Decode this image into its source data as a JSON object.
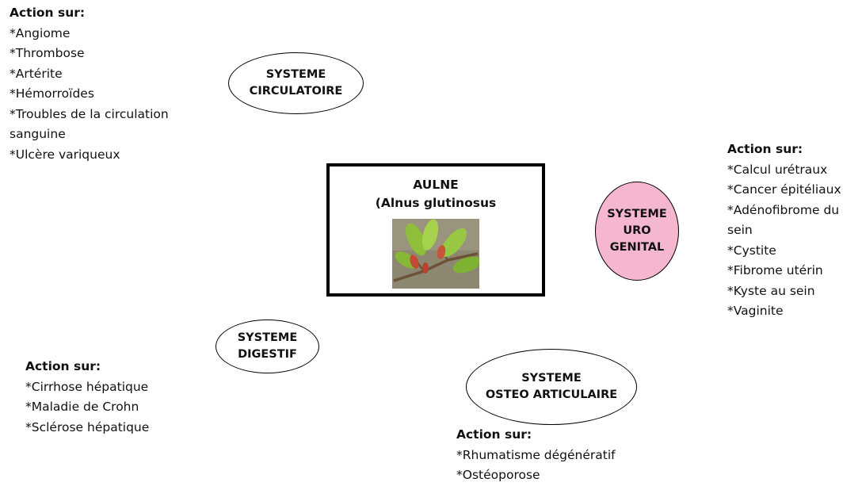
{
  "circulatory": {
    "label_line1": "SYSTEME",
    "label_line2": "CIRCULATOIRE",
    "header": "Action sur:",
    "items": [
      "*Angiome",
      "*Thrombose",
      "*Artérite",
      "*Hémorroïdes",
      "*Troubles de la circulation",
      "sanguine",
      "*Ulcère variqueux"
    ]
  },
  "center": {
    "title": "AULNE",
    "subtitle": "(Alnus glutinosus"
  },
  "urogenital": {
    "label_line1": "SYSTEME",
    "label_line2": "URO",
    "label_line3": "GENITAL",
    "fill_color": "#f5b6d0",
    "header": "Action sur:",
    "items": [
      "*Calcul urétraux",
      "*Cancer épitéliaux",
      "*Adénofibrome du",
      "sein",
      "*Cystite",
      "*Fibrome utérin",
      "*Kyste au sein",
      "*Vaginite"
    ]
  },
  "digestive": {
    "label_line1": "SYSTEME",
    "label_line2": "DIGESTIF",
    "header": "Action sur:",
    "items": [
      "*Cirrhose hépatique",
      "*Maladie de Crohn",
      "*Sclérose hépatique"
    ]
  },
  "osteo": {
    "label_line1": "SYSTEME",
    "label_line2": "OSTEO ARTICULAIRE",
    "header": "Action sur:",
    "items": [
      "*Rhumatisme dégénératif",
      "*Ostéoporose"
    ]
  }
}
